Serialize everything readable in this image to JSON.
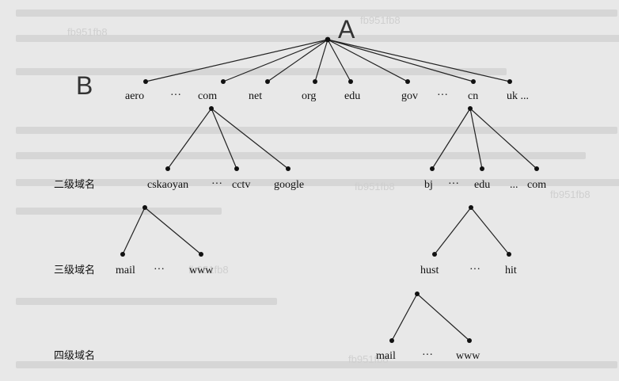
{
  "annotations": {
    "A": "A",
    "B": "B"
  },
  "levels": {
    "second": "二级域名",
    "third": "三级域名",
    "fourth": "四级域名"
  },
  "top_level": {
    "aero": "aero",
    "dots1": "···",
    "com": "com",
    "net": "net",
    "org": "org",
    "edu": "edu",
    "gov": "gov",
    "dots2": "···",
    "cn": "cn",
    "uk": "uk ..."
  },
  "com_children": {
    "cskaoyan": "cskaoyan",
    "dots": "···",
    "cctv": "cctv",
    "google": "google"
  },
  "cn_children": {
    "bj": "bj",
    "dots1": "···",
    "edu": "edu",
    "dots2": "...",
    "com": "com"
  },
  "cskaoyan_children": {
    "mail": "mail",
    "dots": "···",
    "www": "www"
  },
  "edu_children": {
    "hust": "hust",
    "dots": "···",
    "hit": "hit"
  },
  "hust_children": {
    "mail": "mail",
    "dots": "···",
    "www": "www"
  },
  "watermark": "fb951fb8"
}
